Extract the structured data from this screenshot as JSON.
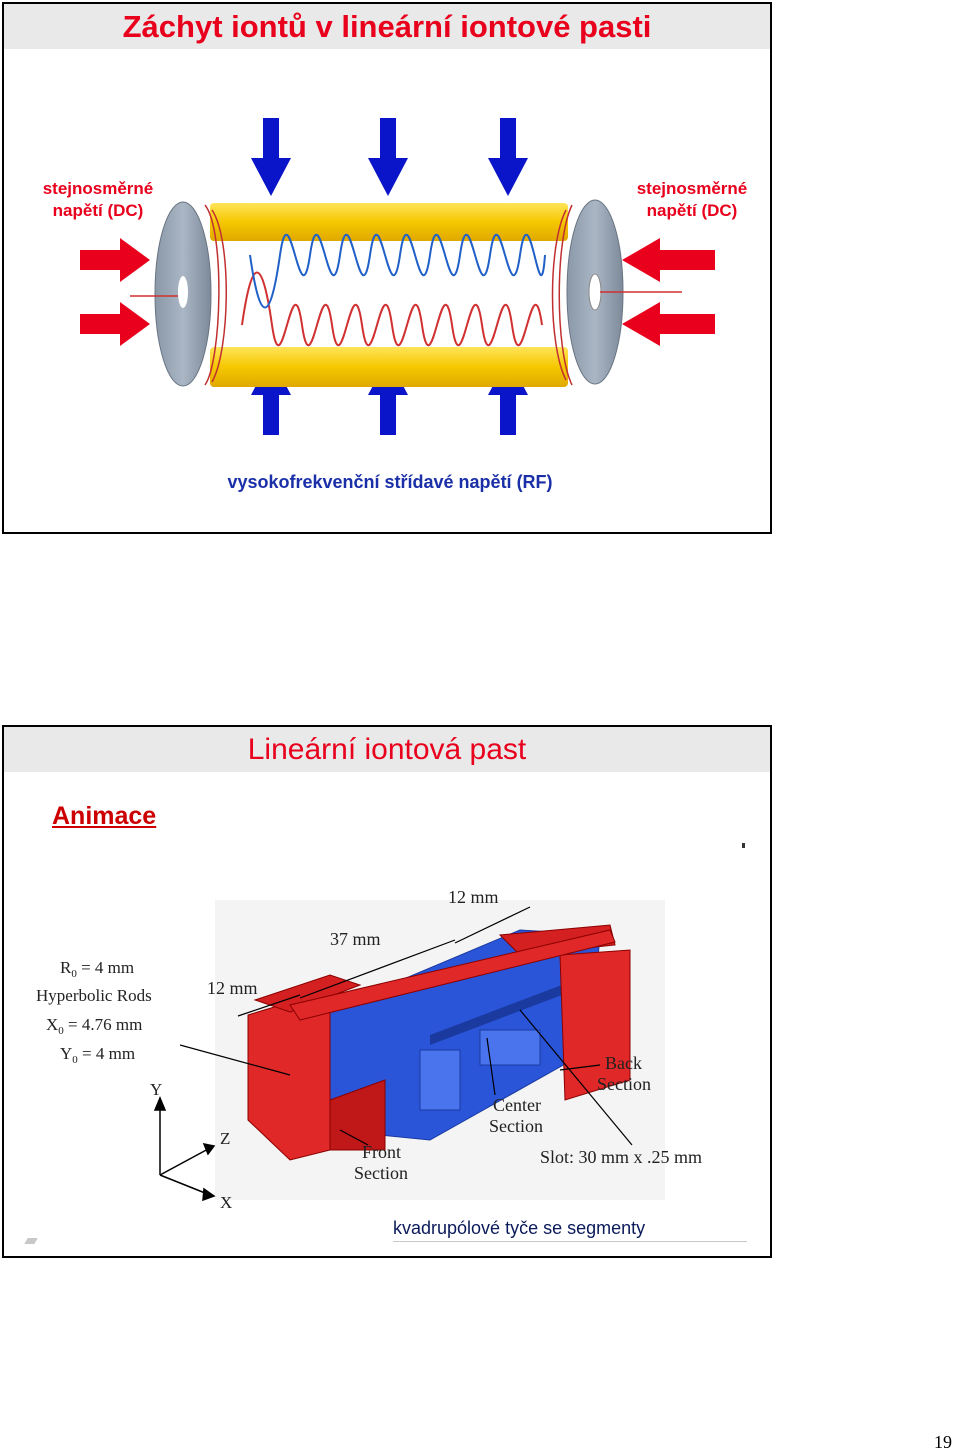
{
  "slide1": {
    "title": "Záchyt iontů v lineární iontové pasti",
    "dc_left": [
      "stejnosměrné",
      "napětí (DC)"
    ],
    "dc_right": [
      "stejnosměrné",
      "napětí (DC)"
    ],
    "rf_label": "vysokofrekvenční střídavé napětí (RF)",
    "colors": {
      "title": "#e8001c",
      "dc_arrows": "#e8001c",
      "rf_arrows": "#0a14c8",
      "rods": "#f5c800",
      "coil_red": "#d03030",
      "coil_blue": "#2060c8"
    }
  },
  "slide2": {
    "title": "Lineární iontová past",
    "link": "Animace",
    "figure": {
      "dimensions": [
        "12 mm",
        "37 mm",
        "12 mm"
      ],
      "params": {
        "r0": "R",
        "r0_sub": "0",
        "r0_val": " = 4 mm",
        "rods": "Hyperbolic Rods",
        "x0": "X",
        "x0_sub": "0",
        "x0_val": " = 4.76 mm",
        "y0": "Y",
        "y0_sub": "0",
        "y0_val": " = 4 mm"
      },
      "axes": [
        "Y",
        "Z",
        "X"
      ],
      "back": [
        "Back",
        "Section"
      ],
      "center": [
        "Center",
        "Section"
      ],
      "front": [
        "Front",
        "Section"
      ],
      "slot": "Slot: 30 mm x .25 mm"
    },
    "caption": "kvadrupólové tyče se segmenty"
  },
  "page_number": "19"
}
